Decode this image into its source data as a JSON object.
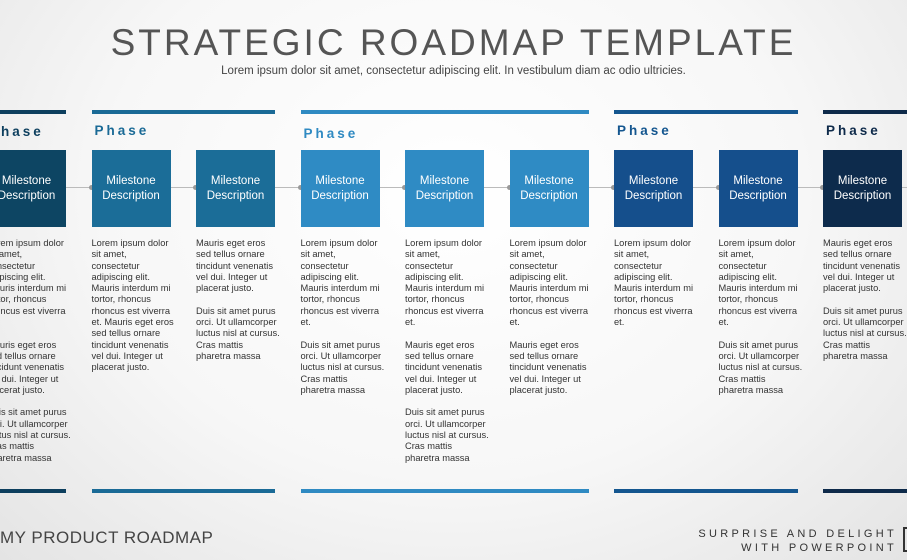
{
  "header": {
    "title": "STRATEGIC ROADMAP TEMPLATE",
    "subtitle": "Lorem ipsum dolor sit amet, consectetur adipiscing elit. In vestibulum diam ac odio ultricies."
  },
  "phases": [
    {
      "label": "Phase",
      "color": "#0d3f5e"
    },
    {
      "label": "Phase",
      "color": "#1a6a96"
    },
    {
      "label": "Phase",
      "color": "#2f8ac2"
    },
    {
      "label": "Phase",
      "color": "#14568f"
    },
    {
      "label": "Phase",
      "color": "#0e2a4a"
    }
  ],
  "milestones": [
    {
      "label": "Milestone Description",
      "color": "#0d4563",
      "paragraphs": [
        "Lorem ipsum dolor sit amet, consectetur adipiscing elit. Mauris interdum mi tortor, rhoncus rhoncus est viverra et.",
        "Mauris eget eros sed tellus ornare tincidunt venenatis vel dui. Integer ut placerat justo.",
        "Duis sit amet purus orci. Ut ullamcorper luctus nisl at cursus. Cras mattis pharetra massa"
      ]
    },
    {
      "label": "Milestone Description",
      "color": "#1b6d98",
      "paragraphs": [
        "Lorem ipsum dolor sit amet, consectetur adipiscing elit. Mauris interdum mi tortor, rhoncus rhoncus est viverra et. Mauris eget eros sed tellus ornare tincidunt venenatis vel dui. Integer ut placerat justo."
      ]
    },
    {
      "label": "Milestone Description",
      "color": "#1b6d98",
      "paragraphs": [
        "Mauris eget eros sed tellus ornare tincidunt venenatis vel dui. Integer ut placerat justo.",
        "Duis sit amet purus orci. Ut ullamcorper luctus nisl at cursus. Cras mattis pharetra massa"
      ]
    },
    {
      "label": "Milestone Description",
      "color": "#2f8bc4",
      "paragraphs": [
        "Lorem ipsum dolor sit amet, consectetur adipiscing elit. Mauris interdum mi tortor, rhoncus rhoncus est viverra et.",
        "Duis sit amet purus orci. Ut ullamcorper luctus nisl at cursus. Cras mattis pharetra massa"
      ]
    },
    {
      "label": "Milestone Description",
      "color": "#2f8bc4",
      "paragraphs": [
        "Lorem ipsum dolor sit amet, consectetur adipiscing elit. Mauris interdum mi tortor, rhoncus rhoncus est viverra et.",
        "Mauris eget eros sed tellus ornare tincidunt venenatis vel dui. Integer ut placerat justo.",
        "Duis sit amet purus orci. Ut ullamcorper luctus nisl at cursus. Cras mattis pharetra massa"
      ]
    },
    {
      "label": "Milestone Description",
      "color": "#2f8bc4",
      "paragraphs": [
        "Lorem ipsum dolor sit amet, consectetur adipiscing elit. Mauris interdum mi tortor, rhoncus rhoncus est viverra et.",
        "Mauris eget eros sed tellus ornare tincidunt venenatis vel dui. Integer ut placerat justo."
      ]
    },
    {
      "label": "Milestone Description",
      "color": "#154f8c",
      "paragraphs": [
        "Lorem ipsum dolor sit amet, consectetur adipiscing elit. Mauris interdum mi tortor, rhoncus rhoncus est viverra et."
      ]
    },
    {
      "label": "Milestone Description",
      "color": "#154f8c",
      "paragraphs": [
        "Lorem ipsum dolor sit amet, consectetur adipiscing elit. Mauris interdum mi tortor, rhoncus rhoncus est viverra et.",
        "Duis sit amet purus orci. Ut ullamcorper luctus nisl at cursus. Cras mattis pharetra massa"
      ]
    },
    {
      "label": "Milestone Description",
      "color": "#0d2b4c",
      "paragraphs": [
        "Mauris eget eros sed tellus ornare tincidunt venenatis vel dui. Integer ut placerat justo.",
        "Duis sit amet purus orci. Ut ullamcorper luctus nisl at cursus. Cras mattis pharetra massa"
      ]
    }
  ],
  "footer": {
    "left": "MY PRODUCT  ROADMAP",
    "right_line1": "SURPRISE AND DELIGHT",
    "right_line2": "WITH POWERPOINT"
  }
}
